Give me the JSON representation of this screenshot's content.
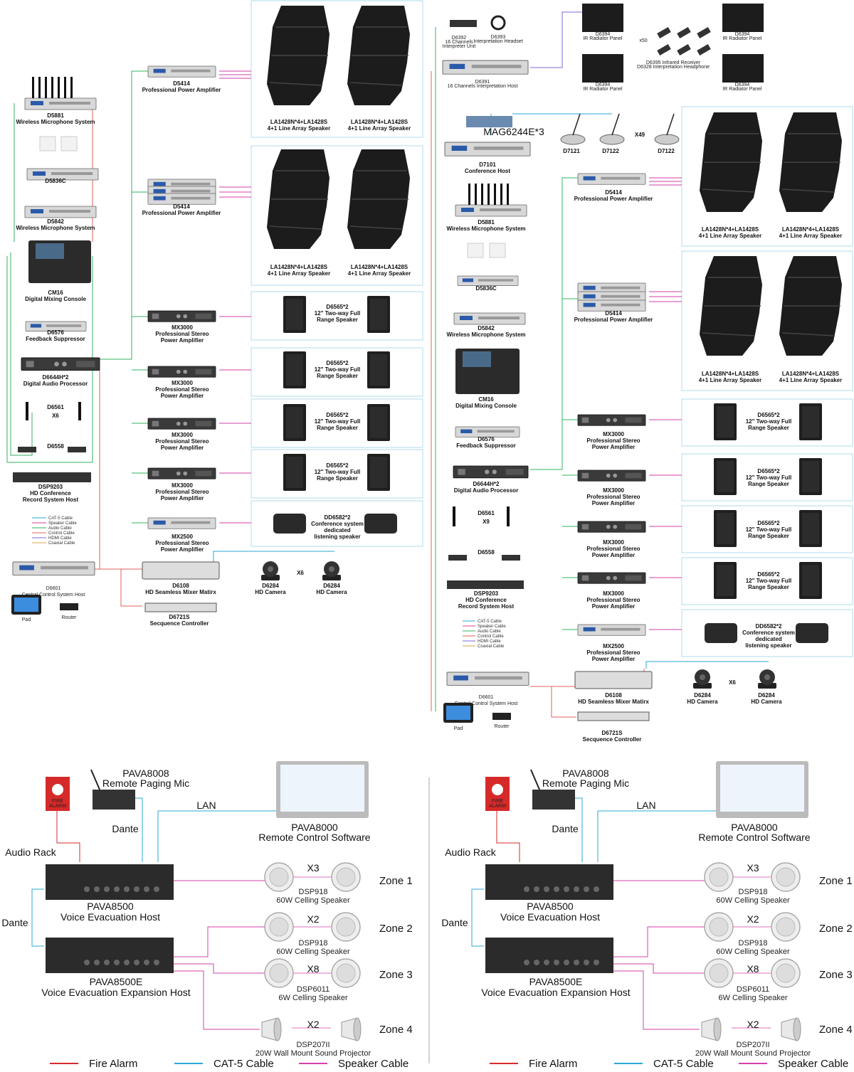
{
  "left": {
    "d5881": [
      "D5881",
      "Wireless Microphone System"
    ],
    "d5836c": [
      "D5836C"
    ],
    "d5842": [
      "D5842",
      "Wireless Microphone System"
    ],
    "cm16": [
      "CM16",
      "Digital Mixing Console"
    ],
    "d6576": [
      "D6576",
      "Feedback Suppressor"
    ],
    "d6644": [
      "D6644H*2",
      "Digital Audio Processor"
    ],
    "d6561": [
      "D6561",
      "X6"
    ],
    "d6558": [
      "D6558"
    ],
    "dsp9203": [
      "DSP9203",
      "HD Conference",
      "Record System Host"
    ],
    "legend": [
      "CAT-5 Cable",
      "Speaker Cable",
      "Audio Cable",
      "Control Cable",
      "HDMI Cable",
      "Coaxial Cable"
    ],
    "d6601": [
      "D6601",
      "Central Control System Host"
    ],
    "pad": "Pad",
    "router": "Router",
    "amp1": [
      "D5414",
      "Professional Power Amplifier"
    ],
    "amp2": [
      "D5414",
      "Professional Power Amplifier"
    ],
    "la": [
      "LA1428N*4+LA1428S",
      "4+1 Line Array Speaker"
    ],
    "la2": [
      "LA1428N*4+LA1428S",
      "4+1 Line Array Speaker"
    ],
    "mx3000": [
      "MX3000",
      "Professional Stereo",
      "Power Amplifier"
    ],
    "d6565": [
      "D6565*2",
      "12\" Two-way Full",
      "Range Speaker"
    ],
    "mx2500": [
      "MX2500",
      "Professional Stereo",
      "Power Amplifier"
    ],
    "dd6582": [
      "DD6582*2",
      "Conference system",
      "dedicated",
      "listening speaker"
    ],
    "d6108": [
      "D6108",
      "HD Seamless Mixer Matirx"
    ],
    "d6284": [
      "D6284",
      "HD Camera"
    ],
    "x6": "X6",
    "d6721": [
      "D6721S",
      "Secquence Controller"
    ]
  },
  "right": {
    "d6392": [
      "D6392",
      "16 Channels",
      "Interpreter Unit"
    ],
    "d6393": [
      "D6393",
      "Interpretation Headset"
    ],
    "d6391": [
      "D6391",
      "16 Channels Interpretation Host"
    ],
    "d6394": [
      "D6394",
      "IR Radiator Panel"
    ],
    "x50": "x50",
    "d6395": [
      "D6395 Infrared Receiver",
      "D6328 Interpretation Headphone"
    ],
    "mag": "MAG6244E*3",
    "d7101": [
      "D7101",
      "Conference Host"
    ],
    "d7121": "D7121",
    "d7122": "D7122",
    "x49": "X49",
    "d5881": [
      "D5881",
      "Wireless Microphone System"
    ],
    "d5836c": [
      "D5836C"
    ],
    "d5842": [
      "D5842",
      "Wireless Microphone System"
    ],
    "cm16": [
      "CM16",
      "Digital Mixing Console"
    ],
    "d6576": [
      "D6576",
      "Feedback Suppressor"
    ],
    "d6644": [
      "D6644H*2",
      "Digital Audio Processor"
    ],
    "d6561": [
      "D6561",
      "X9"
    ],
    "d6558": [
      "D6558"
    ],
    "dsp9203": [
      "DSP9203",
      "HD Conference",
      "Record System Host"
    ],
    "amp": [
      "D5414",
      "Professional Power Amplifier"
    ],
    "la": [
      "LA1428N*4+LA1428S",
      "4+1 Line Array Speaker"
    ],
    "d6601": [
      "D6601",
      "Central Control System Host"
    ],
    "d6108": [
      "D6108",
      "HD Seamless Mixer Matirx"
    ],
    "d6721": [
      "D6721S",
      "Secquence Controller"
    ]
  },
  "pava": {
    "mic": [
      "PAVA8008",
      "Remote Paging Mic"
    ],
    "lan": "LAN",
    "dante": "Dante",
    "rack": "Audio Rack",
    "software": [
      "PAVA8000",
      "Remote Control  Software"
    ],
    "host": [
      "PAVA8500",
      "Voice Evacuation Host"
    ],
    "exp": [
      "PAVA8500E",
      "Voice Evacuation Expansion Host"
    ],
    "fire": [
      "FIRE",
      "ALARM"
    ],
    "zones": [
      "Zone 1",
      "Zone 2",
      "Zone 3",
      "Zone 4"
    ],
    "mult": [
      "X3",
      "X2",
      "X8",
      "X2"
    ],
    "spk": [
      [
        "DSP918",
        "60W Celling Speaker"
      ],
      [
        "DSP918",
        "60W Celling Speaker"
      ],
      [
        "DSP6011",
        "6W Celling Speaker"
      ],
      [
        "DSP207II",
        "20W Wall Mount Sound Projector"
      ]
    ],
    "legend": [
      "Fire Alarm",
      "CAT-5 Cable",
      "Speaker Cable"
    ]
  },
  "colors": {
    "speaker": "#d63faa",
    "cat5": "#2aa9d6",
    "audio": "#35b35f",
    "control": "#e0605a",
    "fire": "#d62a2a",
    "device": "#222222"
  }
}
